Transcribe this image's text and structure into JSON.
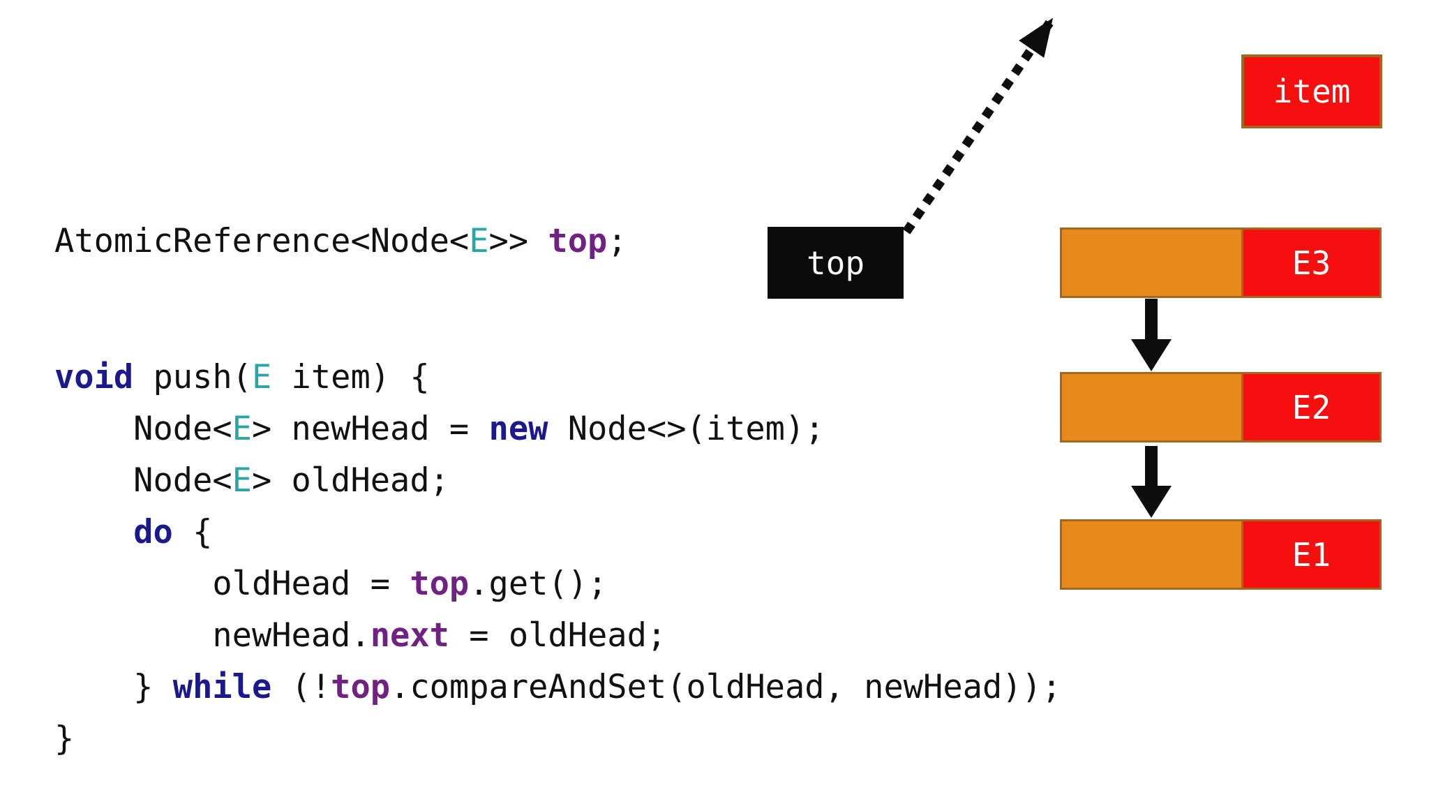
{
  "code": {
    "declaration": [
      {
        "t": "AtomicReference<Node<",
        "s": "plain"
      },
      {
        "t": "E",
        "s": "type"
      },
      {
        "t": ">> ",
        "s": "plain"
      },
      {
        "t": "top",
        "s": "field"
      },
      {
        "t": ";",
        "s": "plain"
      }
    ],
    "body": [
      [
        {
          "t": "void",
          "s": "keyword"
        },
        {
          "t": " push(",
          "s": "plain"
        },
        {
          "t": "E",
          "s": "type"
        },
        {
          "t": " item) {",
          "s": "plain"
        }
      ],
      [
        {
          "t": "    Node<",
          "s": "plain"
        },
        {
          "t": "E",
          "s": "type"
        },
        {
          "t": "> newHead = ",
          "s": "plain"
        },
        {
          "t": "new",
          "s": "keyword"
        },
        {
          "t": " Node<>(item);",
          "s": "plain"
        }
      ],
      [
        {
          "t": "    Node<",
          "s": "plain"
        },
        {
          "t": "E",
          "s": "type"
        },
        {
          "t": "> oldHead;",
          "s": "plain"
        }
      ],
      [
        {
          "t": "    ",
          "s": "plain"
        },
        {
          "t": "do",
          "s": "keyword"
        },
        {
          "t": " {",
          "s": "plain"
        }
      ],
      [
        {
          "t": "        oldHead = ",
          "s": "plain"
        },
        {
          "t": "top",
          "s": "field"
        },
        {
          "t": ".get();",
          "s": "plain"
        }
      ],
      [
        {
          "t": "        newHead.",
          "s": "plain"
        },
        {
          "t": "next",
          "s": "field"
        },
        {
          "t": " = oldHead;",
          "s": "plain"
        }
      ],
      [
        {
          "t": "    } ",
          "s": "plain"
        },
        {
          "t": "while",
          "s": "keyword"
        },
        {
          "t": " (!",
          "s": "plain"
        },
        {
          "t": "top",
          "s": "field"
        },
        {
          "t": ".compareAndSet(oldHead, newHead));",
          "s": "plain"
        }
      ],
      [
        {
          "t": "}",
          "s": "plain"
        }
      ]
    ]
  },
  "diagram": {
    "top_pointer_label": "top",
    "item_label": "item",
    "nodes": [
      {
        "label": "E3"
      },
      {
        "label": "E2"
      },
      {
        "label": "E1"
      }
    ]
  },
  "colors": {
    "keyword": "#1a1a8c",
    "type_param": "#2aa5a5",
    "field": "#702283",
    "code_text": "#111111",
    "node_orange": "#e8891b",
    "node_red": "#f50f0f",
    "node_border": "#a2691e",
    "pointer_box_bg": "#0b0b0b",
    "arrow_black": "#0d0d0d",
    "box_text": "#ffffff"
  }
}
